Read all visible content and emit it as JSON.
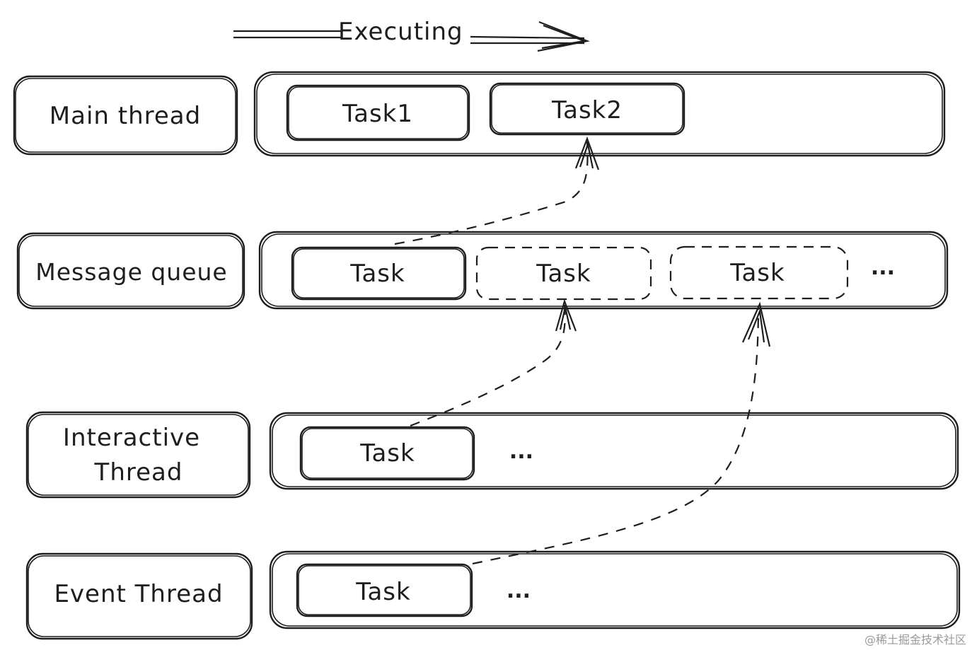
{
  "executing_label": "Executing",
  "rows": {
    "main": {
      "label": "Main thread",
      "task1": "Task1",
      "task2": "Task2"
    },
    "queue": {
      "label": "Message queue",
      "task_a": "Task",
      "task_b": "Task",
      "task_c": "Task",
      "more": "..."
    },
    "interactive": {
      "label_line1": "Interactive",
      "label_line2": "Thread",
      "task": "Task",
      "more": "..."
    },
    "event": {
      "label": "Event Thread",
      "task": "Task",
      "more": "..."
    }
  },
  "colors": {
    "task1_fill": "#b2f2bb",
    "task2_fill": "#ffec99",
    "stroke": "#1e1e1e"
  },
  "watermark": "@稀土掘金技术社区"
}
